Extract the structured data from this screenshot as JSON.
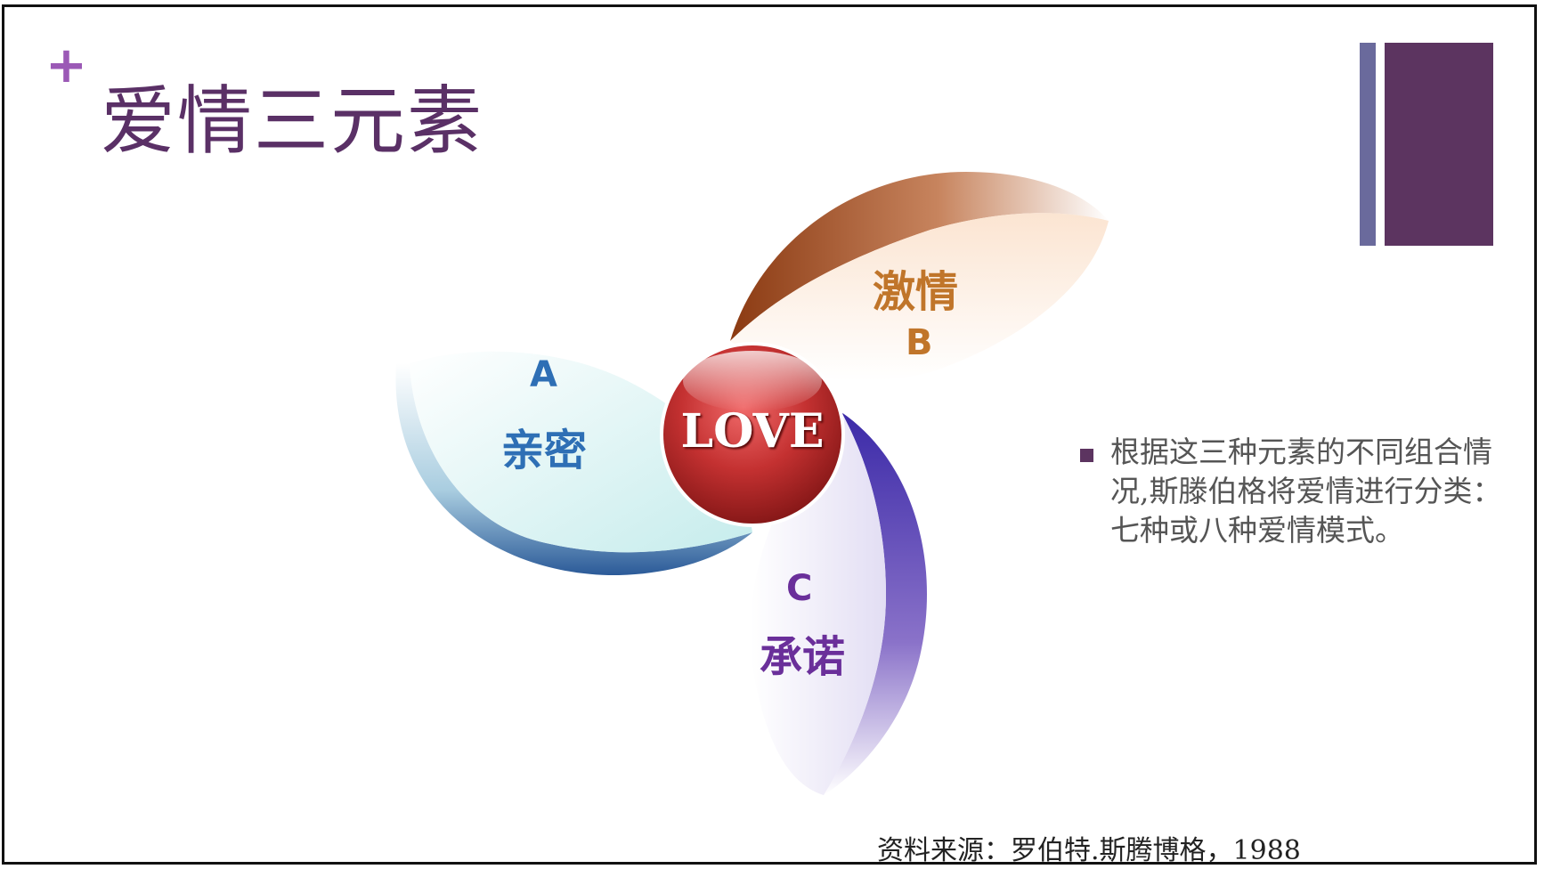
{
  "slide": {
    "plus": "+",
    "title": "爱情三元素"
  },
  "diagram": {
    "center": "LOVE",
    "elements": [
      {
        "letter": "A",
        "name": "亲密",
        "color": "#2e6fb5"
      },
      {
        "letter": "B",
        "name": "激情",
        "color": "#c0752a"
      },
      {
        "letter": "C",
        "name": "承诺",
        "color": "#6a2f9a"
      }
    ]
  },
  "bullet": {
    "text": "根据这三种元素的不同组合情况,斯滕伯格将爱情进行分类：七种或八种爱情模式。"
  },
  "source": "资料来源：罗伯特.斯腾博格，1988",
  "colors": {
    "accent": "#5c3460",
    "accent_light": "#6a6a9c",
    "title": "#5a3066"
  }
}
